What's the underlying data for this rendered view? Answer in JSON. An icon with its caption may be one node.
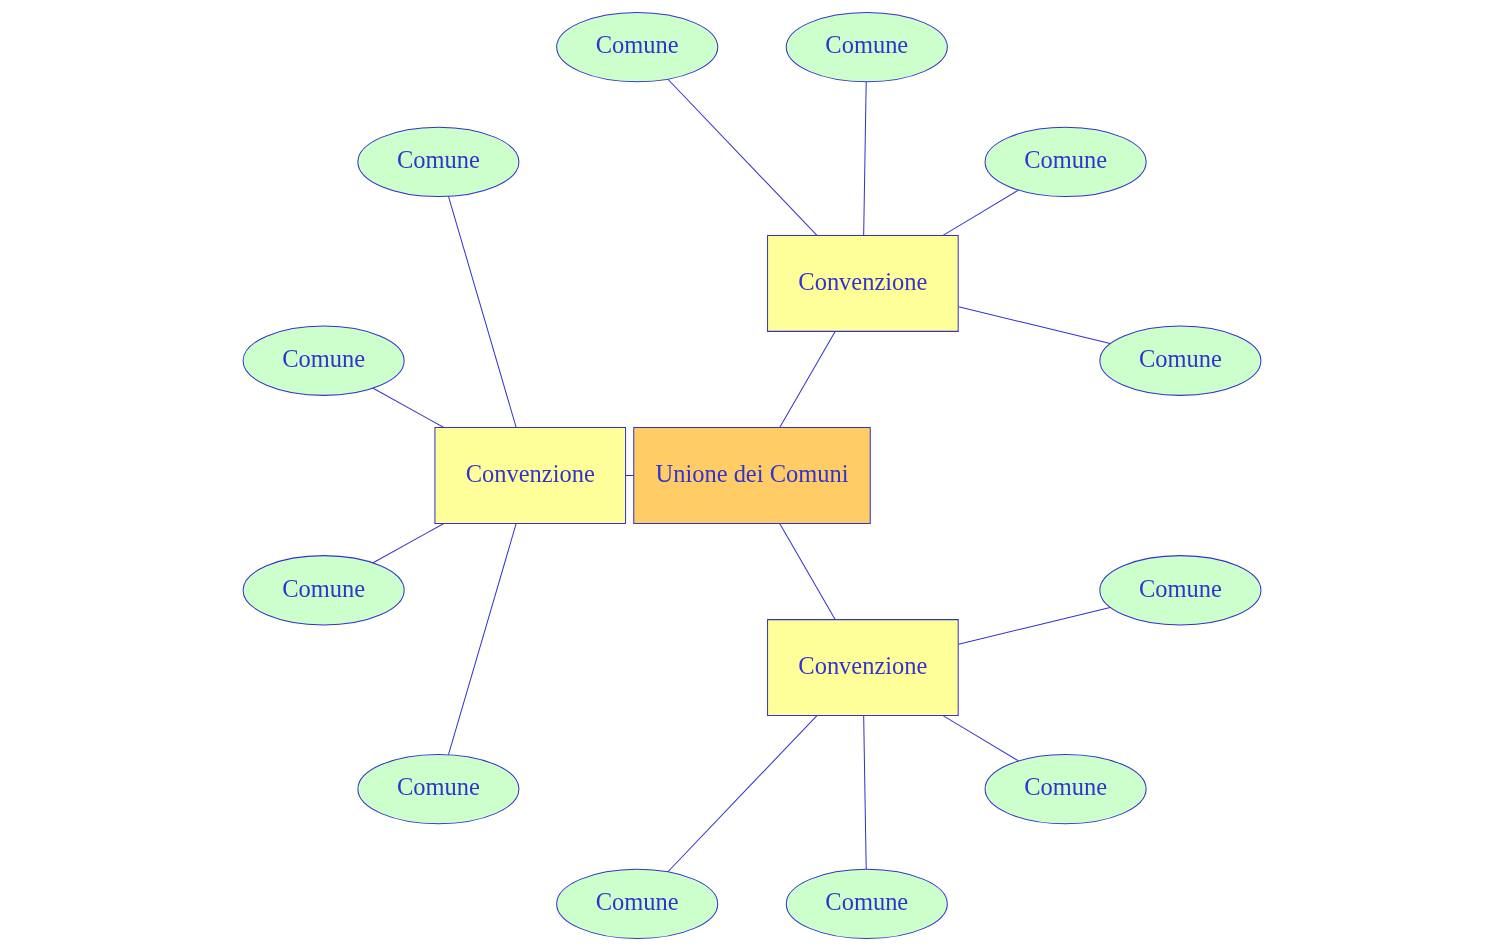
{
  "diagram": {
    "nodes": [
      {
        "text": [
          "Convenzione"
        ]
      },
      {
        "text": [
          "Comune"
        ]
      },
      {
        "text": [
          "Comune"
        ]
      },
      {
        "text": [
          "Comune"
        ]
      },
      {
        "text": [
          "Comune"
        ]
      },
      {
        "text": [
          "Unione dei Comuni"
        ]
      },
      {
        "text": [
          "Convenzione"
        ]
      },
      {
        "text": [
          "Comune"
        ]
      },
      {
        "text": [
          "Comune"
        ]
      },
      {
        "text": [
          "Comune"
        ]
      },
      {
        "text": [
          "Comune"
        ]
      },
      {
        "text": [
          "Convenzione"
        ]
      },
      {
        "text": [
          "Comune"
        ]
      },
      {
        "text": [
          "Comune"
        ]
      },
      {
        "text": [
          "Comune"
        ]
      },
      {
        "text": [
          "Comune"
        ]
      }
    ],
    "edges": [
      {
        "from": 0,
        "to": 1,
        "arrow": "none"
      },
      {
        "from": 0,
        "to": 2,
        "arrow": "none"
      },
      {
        "from": 0,
        "to": 3,
        "arrow": "none"
      },
      {
        "from": 0,
        "to": 4,
        "arrow": "none"
      },
      {
        "from": 5,
        "to": 0,
        "arrow": "none"
      },
      {
        "from": 5,
        "to": 6,
        "arrow": "none"
      },
      {
        "from": 5,
        "to": 11,
        "arrow": "none"
      },
      {
        "from": 6,
        "to": 7,
        "arrow": "none"
      },
      {
        "from": 6,
        "to": 8,
        "arrow": "none"
      },
      {
        "from": 6,
        "to": 9,
        "arrow": "none"
      },
      {
        "from": 6,
        "to": 10,
        "arrow": "none"
      },
      {
        "from": 11,
        "to": 12,
        "arrow": "none"
      },
      {
        "from": 11,
        "to": 13,
        "arrow": "none"
      },
      {
        "from": 11,
        "to": 14,
        "arrow": "none"
      },
      {
        "from": 11,
        "to": 15,
        "arrow": "none"
      }
    ]
  }
}
